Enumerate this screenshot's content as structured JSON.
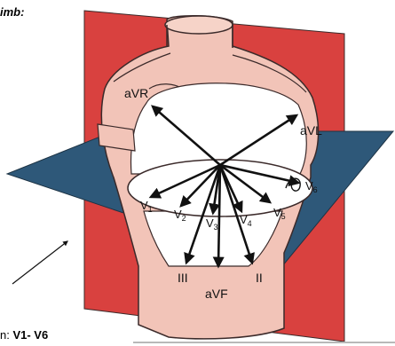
{
  "captions": {
    "top_fragment": "imb:",
    "bottom_prefix": "n: ",
    "bottom_bold": "V1- V6"
  },
  "diagram": {
    "limb_leads": [
      "aVR",
      "aVL",
      "aVF",
      "II",
      "III"
    ],
    "chest_leads": {
      "v1_main": "V",
      "v1_sub": "1",
      "v2_main": "V",
      "v2_sub": "2",
      "v3_main": "V",
      "v3_sub": "3",
      "v4_main": "V",
      "v4_sub": "4",
      "v5_main": "V",
      "v5_sub": "5",
      "v6_main": "V",
      "v6_sub": "6"
    },
    "colors": {
      "frontal_plane": "#d9413f",
      "horizontal_plane": "#2e5879",
      "torso": "#f2c4b8",
      "outline": "#3b2a2a"
    }
  }
}
